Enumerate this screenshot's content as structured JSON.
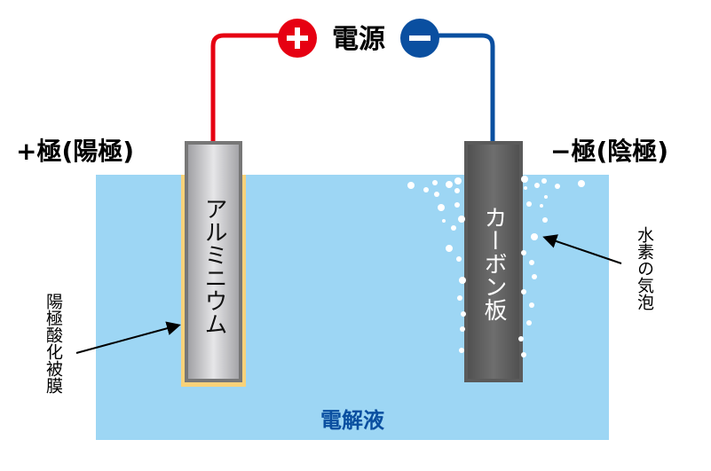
{
  "power_source": {
    "label": "電源",
    "plus_symbol": "+",
    "minus_symbol": "−"
  },
  "anode": {
    "label": "+極(陽極)",
    "electrode": "アルミニウム",
    "coating_label": "陽極酸化被膜"
  },
  "cathode": {
    "label": "−極(陰極)",
    "electrode": "カーボン板",
    "bubbles_label": "水素の気泡"
  },
  "electrolyte": {
    "label": "電解液"
  },
  "colors": {
    "plus": "#e60012",
    "minus": "#0a4fa0",
    "electrolyte": "#9dd6f4",
    "coating": "#f8d27a",
    "text_blue": "#0a4fa0"
  }
}
